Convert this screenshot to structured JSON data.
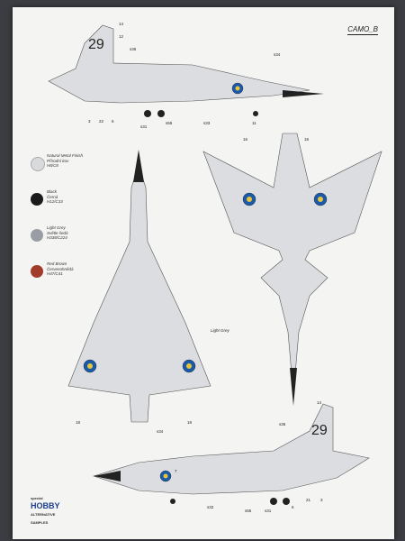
{
  "header": {
    "camo_label": "CAMO_B"
  },
  "legend": [
    {
      "name": "Natural Metal Finish",
      "sub1": "Přírodní kov",
      "sub2": "H8/C8",
      "color": "#d9dadc"
    },
    {
      "name": "Black",
      "sub1": "Černá",
      "sub2": "H12/C33",
      "color": "#1a1a1a"
    },
    {
      "name": "Light Grey",
      "sub1": "Světle šedá",
      "sub2": "H338/C224",
      "color": "#9a9da3"
    },
    {
      "name": "Red Brown",
      "sub1": "Červenohnědá",
      "sub2": "H47/C41",
      "color": "#a23b2a"
    }
  ],
  "markings": {
    "tail_number": "29",
    "callouts_top": [
      "14",
      "12",
      "s36",
      "s34",
      "3",
      "22",
      "6",
      "s31",
      "s55",
      "s33",
      "11"
    ],
    "callouts_bottom": [
      "14",
      "s36",
      "s34",
      "7",
      "s32",
      "s55",
      "s31",
      "6",
      "21",
      "3"
    ],
    "top_view": [
      "16",
      "16"
    ],
    "under_view": [
      "18",
      "18",
      "Light Grey"
    ]
  },
  "logo": {
    "top": "special",
    "main": "HOBBY",
    "sub": "ALTERNATIVE SAMPLES"
  }
}
